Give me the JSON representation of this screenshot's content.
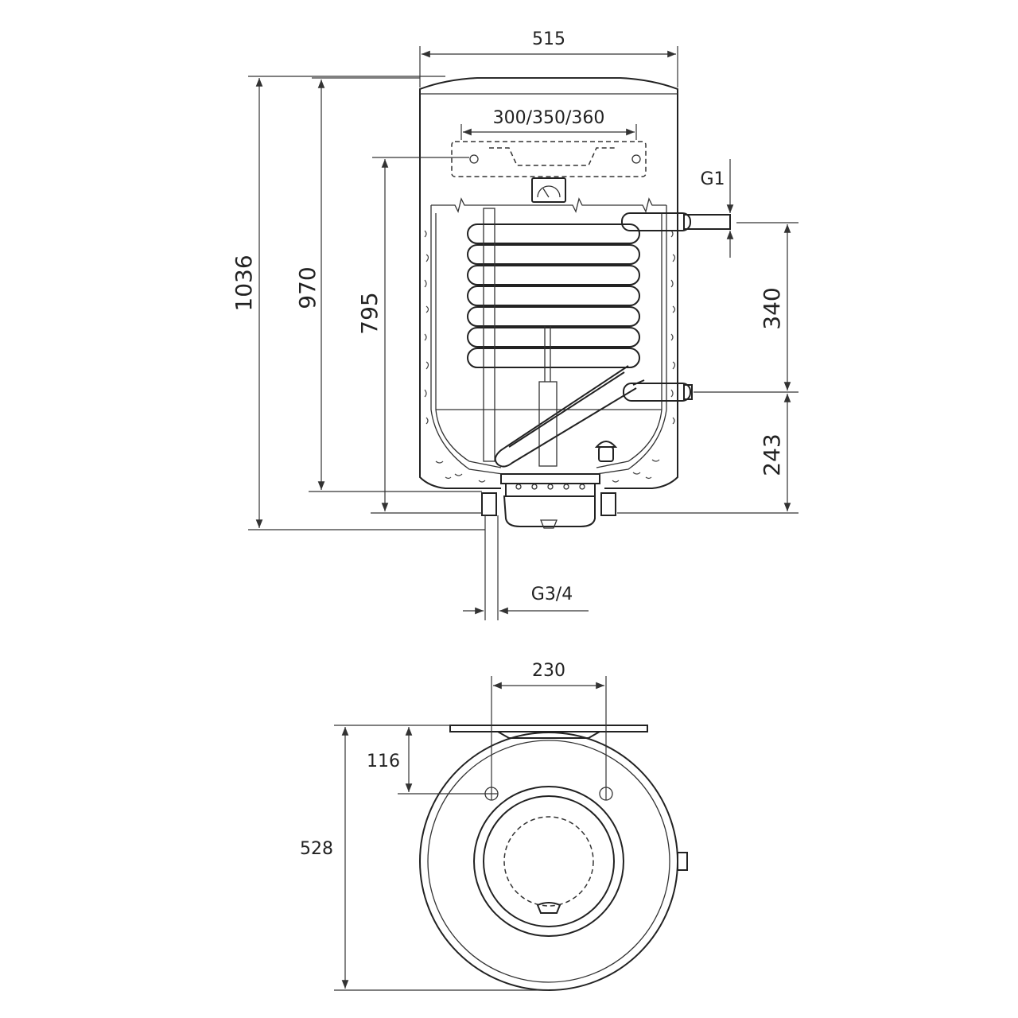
{
  "dimensions": {
    "width_top": "515",
    "bracket_width": "300/350/360",
    "height_total": "1036",
    "height_970": "970",
    "height_795": "795",
    "coil_spacing": "340",
    "coil_bottom": "243",
    "thread_top": "G1",
    "thread_bottom": "G3/4",
    "bracket_holes": "230",
    "bracket_offset": "116",
    "diameter": "528"
  }
}
